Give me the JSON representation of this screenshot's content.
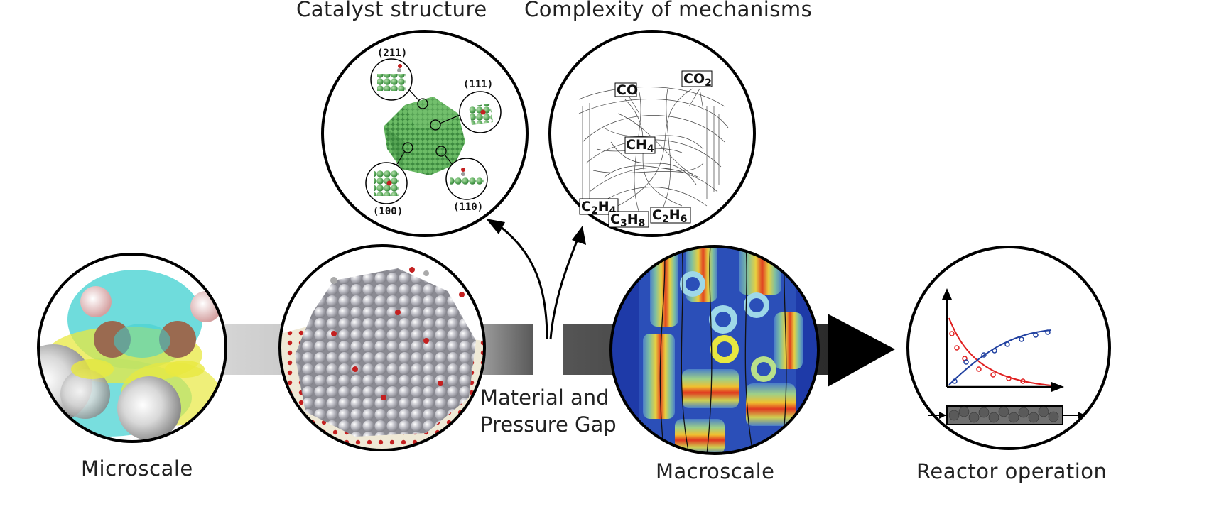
{
  "titles": {
    "catalyst_structure": "Catalyst structure",
    "complexity": "Complexity of mechanisms",
    "material_gap_line1": "Material and",
    "material_gap_line2": "Pressure Gap",
    "microscale": "Microscale",
    "macroscale": "Macroscale",
    "reactor_operation": "Reactor operation"
  },
  "facets": {
    "f211": "(211)",
    "f111": "(111)",
    "f100": "(100)",
    "f110": "(110)"
  },
  "molecules": {
    "co": "CO",
    "co2": {
      "base": "CO",
      "sub": "2"
    },
    "ch4": {
      "base": "CH",
      "sub": "4"
    },
    "c2h4": {
      "a": "C",
      "s1": "2",
      "b": "H",
      "s2": "4"
    },
    "c3h8": {
      "a": "C",
      "s1": "3",
      "b": "H",
      "s2": "8"
    },
    "c2h6": {
      "a": "C",
      "s1": "2",
      "b": "H",
      "s2": "6"
    }
  },
  "colors": {
    "catalyst_green": "#5fae5f",
    "surface_grey": "#b8b8c0",
    "adsorbate_red": "#c42020",
    "isosurface_cyan": "#3fd0d0",
    "isosurface_yellow": "#e8e840",
    "curve_red": "#e02020",
    "curve_blue": "#2040a0",
    "arrow_black": "#000000"
  }
}
